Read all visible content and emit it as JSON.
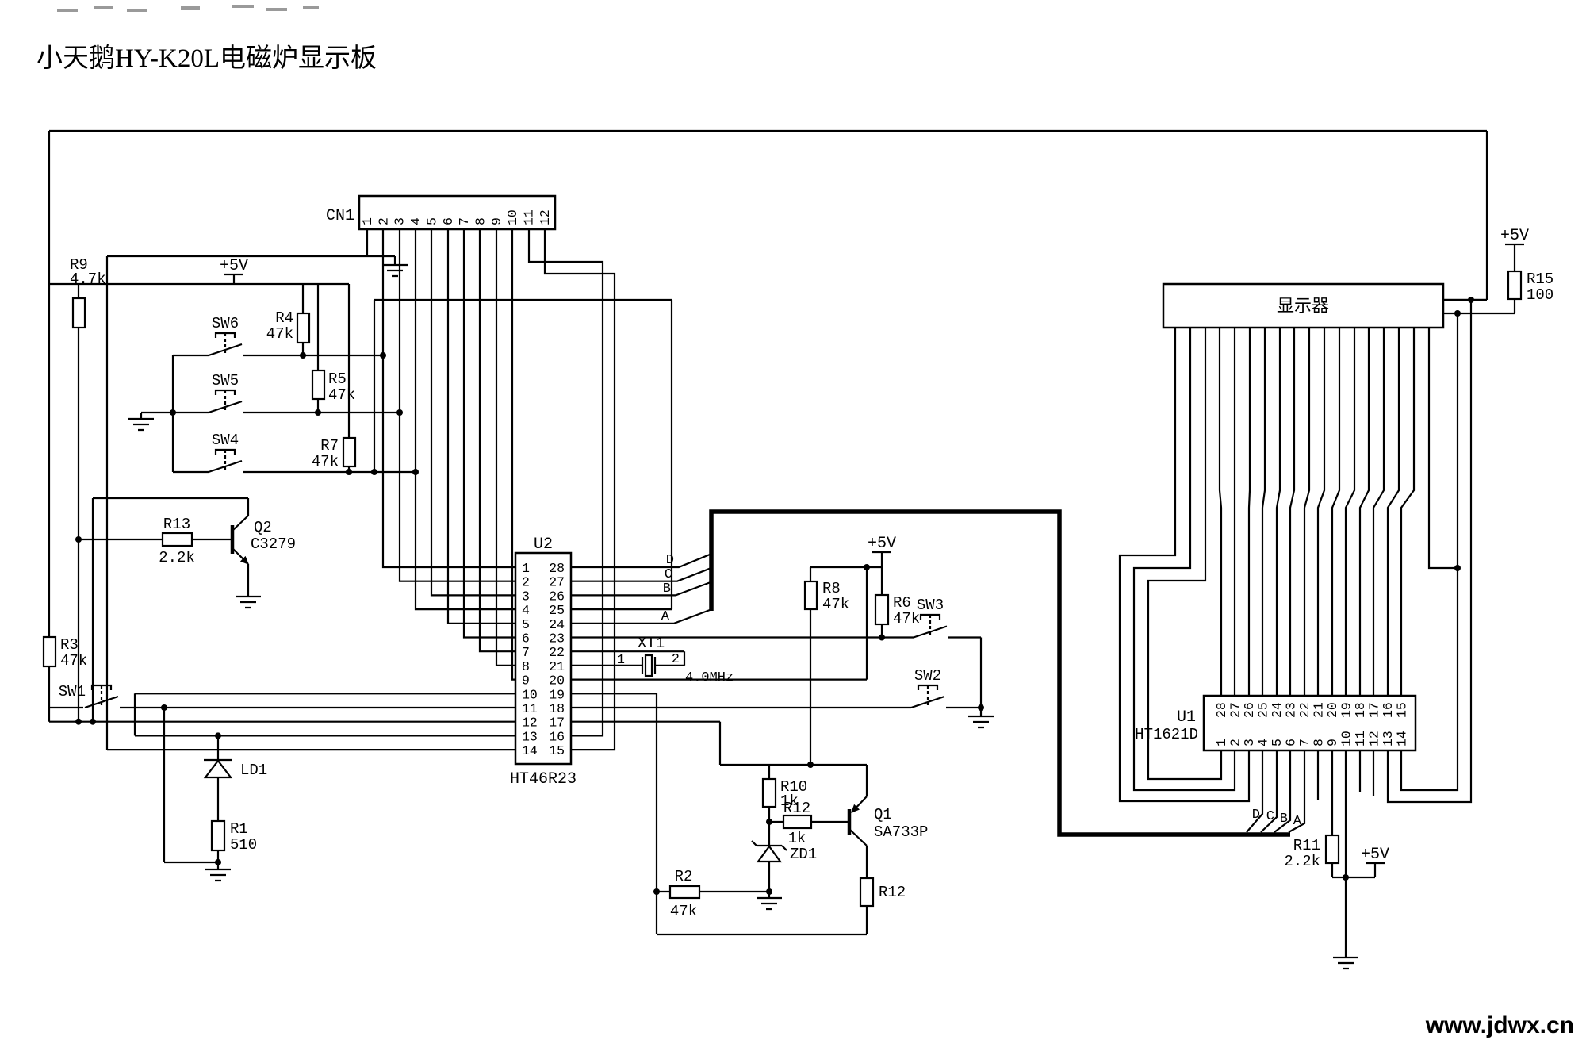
{
  "title": "小天鹅HY-K20L电磁炉显示板",
  "watermark": "www.jdwx.cn",
  "colors": {
    "wire": "#000000",
    "background": "#ffffff",
    "watermark": "#2323cd"
  },
  "power": {
    "label": "+5V"
  },
  "bus": {
    "taps": [
      "D",
      "C",
      "B",
      "A"
    ]
  },
  "chips": {
    "CN1": {
      "ref": "CN1",
      "pins": [
        "1",
        "2",
        "3",
        "4",
        "5",
        "6",
        "7",
        "8",
        "9",
        "10",
        "11",
        "12"
      ]
    },
    "U2": {
      "ref": "U2",
      "part": "HT46R23",
      "left_pins": [
        "1",
        "2",
        "3",
        "4",
        "5",
        "6",
        "7",
        "8",
        "9",
        "10",
        "11",
        "12",
        "13",
        "14"
      ],
      "right_pins": [
        "28",
        "27",
        "26",
        "25",
        "24",
        "23",
        "22",
        "21",
        "20",
        "19",
        "18",
        "17",
        "16",
        "15"
      ]
    },
    "U1": {
      "ref": "U1",
      "part": "HT1621D",
      "top_pins": [
        "28",
        "27",
        "26",
        "25",
        "24",
        "23",
        "22",
        "21",
        "20",
        "19",
        "18",
        "17",
        "16",
        "15"
      ],
      "bottom_pins": [
        "1",
        "2",
        "3",
        "4",
        "5",
        "6",
        "7",
        "8",
        "9",
        "10",
        "11",
        "12",
        "13",
        "14"
      ]
    },
    "DISPLAY": {
      "label": "显示器"
    }
  },
  "components": {
    "R9": {
      "ref": "R9",
      "value": "4.7k"
    },
    "R4": {
      "ref": "R4",
      "value": "47k"
    },
    "R5": {
      "ref": "R5",
      "value": "47k"
    },
    "R7": {
      "ref": "R7",
      "value": "47k"
    },
    "R13": {
      "ref": "R13",
      "value": "2.2k"
    },
    "R3": {
      "ref": "R3",
      "value": "47k"
    },
    "R1": {
      "ref": "R1",
      "value": "510"
    },
    "R2": {
      "ref": "R2",
      "value": "47k"
    },
    "R8": {
      "ref": "R8",
      "value": "47k"
    },
    "R6": {
      "ref": "R6",
      "value": "47k"
    },
    "R10": {
      "ref": "R10",
      "value": "1k"
    },
    "R12H": {
      "ref": "R12",
      "value": "1k"
    },
    "R12V": {
      "ref": "R12"
    },
    "R11": {
      "ref": "R11",
      "value": "2.2k"
    },
    "R15": {
      "ref": "R15",
      "value": "100"
    },
    "SW1": {
      "ref": "SW1"
    },
    "SW2": {
      "ref": "SW2"
    },
    "SW3": {
      "ref": "SW3"
    },
    "SW4": {
      "ref": "SW4"
    },
    "SW5": {
      "ref": "SW5"
    },
    "SW6": {
      "ref": "SW6"
    },
    "Q2": {
      "ref": "Q2",
      "part": "C3279"
    },
    "Q1": {
      "ref": "Q1",
      "part": "SA733P"
    },
    "LD1": {
      "ref": "LD1"
    },
    "ZD1": {
      "ref": "ZD1"
    },
    "XT1": {
      "ref": "XT1",
      "pin1": "1",
      "pin2": "2",
      "freq": "4.0MHz"
    }
  }
}
